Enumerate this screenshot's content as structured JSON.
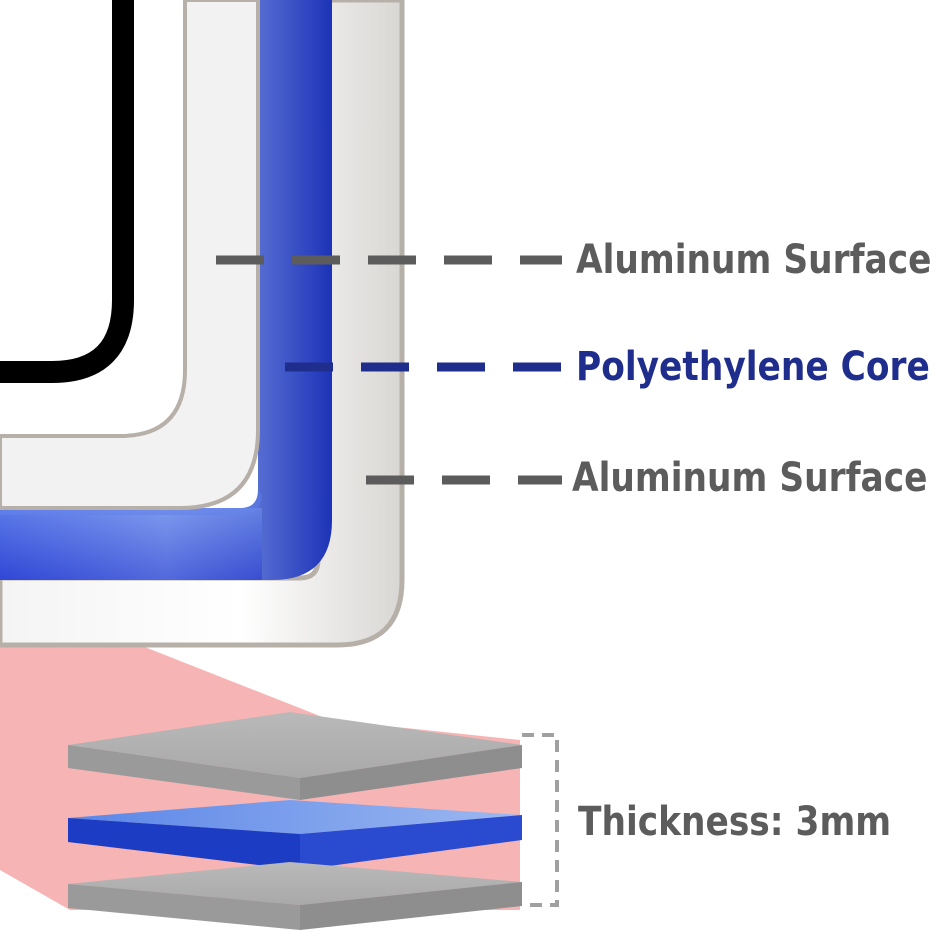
{
  "colors": {
    "aluminum": "#c9c7c4",
    "aluminum_label": "#5c5c5c",
    "core": "#2f49d6",
    "core_label": "#1f2e8c",
    "highlight": "#f4a7a8",
    "frame": "#000000"
  },
  "labels": {
    "outer_surface": "Aluminum Surface",
    "core": "Polyethylene Core",
    "inner_surface": "Aluminum Surface",
    "thickness": "Thickness: 3mm"
  }
}
